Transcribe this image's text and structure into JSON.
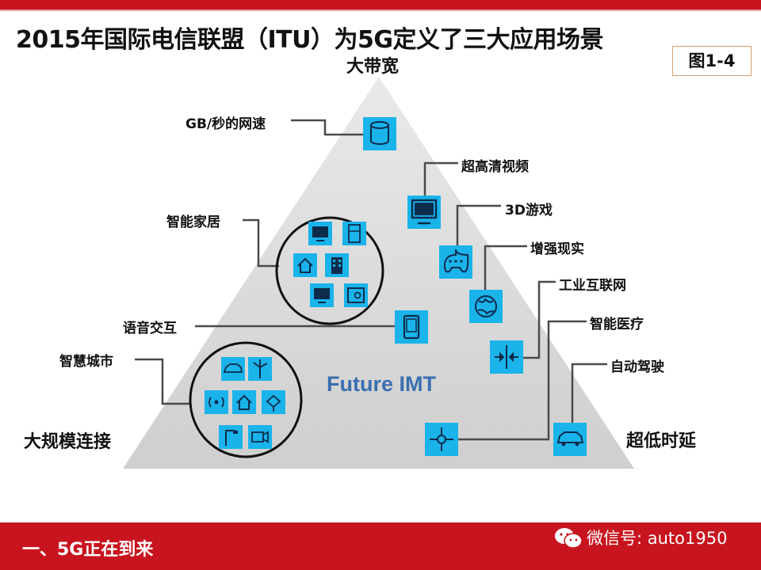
{
  "title": "2015年国际电信联盟（ITU）为5G定义了三大应用场景",
  "figure_label": "图1-4",
  "corners": {
    "top": "大带宽",
    "left": "大规模连接",
    "right": "超低时延"
  },
  "center_label": "Future IMT",
  "labels": {
    "gb_speed": "GB/秒的网速",
    "uhd_video": "超高清视频",
    "gaming_3d": "3D游戏",
    "smart_home": "智能家居",
    "ar": "增强现实",
    "industrial_internet": "工业互联网",
    "voice_interaction": "语音交互",
    "smart_medical": "智能医疗",
    "smart_city": "智慧城市",
    "autonomous_driving": "自动驾驶"
  },
  "footer": {
    "section": "一、5G正在到来",
    "wechat": "微信号: auto1950"
  },
  "colors": {
    "brand_red": "#c8141e",
    "icon_cyan": "#1ab3ea",
    "triangle": "#d6d6d6",
    "accent_blue": "#3a6fb0"
  }
}
